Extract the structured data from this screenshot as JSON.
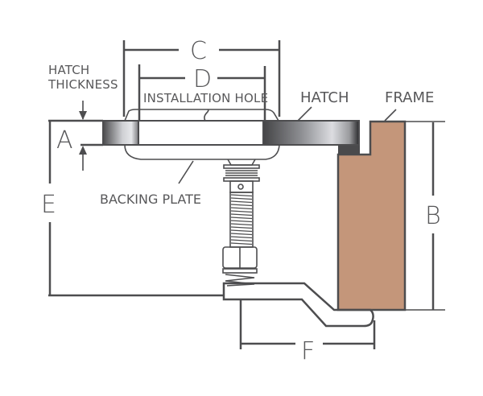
{
  "title": "Hatch installation cross-section diagram",
  "labels": {
    "hatch_thickness_line1": "HATCH",
    "hatch_thickness_line2": "THICKNESS",
    "installation_hole": "INSTALLATION HOLE",
    "hatch": "HATCH",
    "frame": "FRAME",
    "backing_plate": "BACKING PLATE"
  },
  "dimensions": {
    "a": "A",
    "b": "B",
    "c": "C",
    "d": "D",
    "e": "E",
    "f": "F"
  },
  "colors": {
    "line": "#4d4d4f",
    "text": "#58585a",
    "frame_wood": "#c4967a",
    "frame_dark": "#4a4a4c",
    "metal_light": "#d9dadf",
    "metal_dark": "#3c3c3e"
  }
}
